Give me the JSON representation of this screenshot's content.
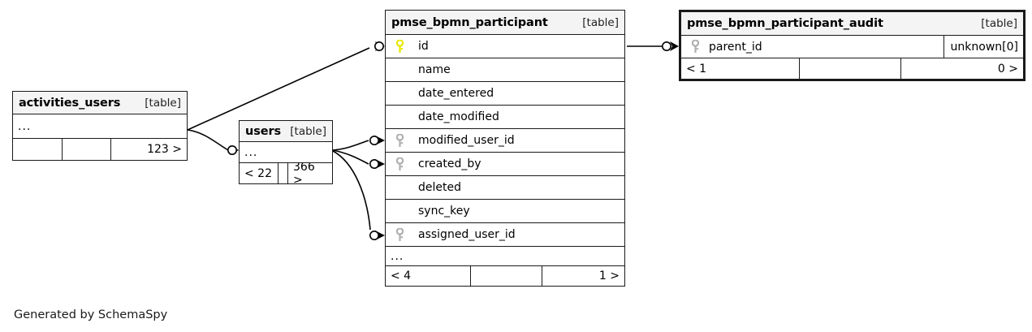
{
  "diagram": {
    "type": "entity-relationship",
    "footer_caption": "Generated by SchemaSpy",
    "table_tag": "[table]",
    "ellipsis": "...",
    "colors": {
      "primary_key": "#e8e800",
      "foreign_key": "#b0b0b0",
      "border": "#1a1a1a",
      "header_bg": "#f4f4f4",
      "page_bg": "#ffffff"
    }
  },
  "tables": [
    {
      "id": "activities_users",
      "name": "activities_users",
      "tag": "[table]",
      "emphasized": false,
      "rows": [
        {
          "label": "...",
          "key": "none",
          "type": ""
        }
      ],
      "footer": {
        "left": "",
        "middle": "",
        "right": "123 >"
      }
    },
    {
      "id": "users",
      "name": "users",
      "tag": "[table]",
      "emphasized": false,
      "rows": [
        {
          "label": "...",
          "key": "none",
          "type": ""
        }
      ],
      "footer": {
        "left": "< 22",
        "middle": "",
        "right": "366 >"
      }
    },
    {
      "id": "pmse_bpmn_participant",
      "name": "pmse_bpmn_participant",
      "tag": "[table]",
      "emphasized": false,
      "rows": [
        {
          "label": "id",
          "key": "primary",
          "type": ""
        },
        {
          "label": "name",
          "key": "none",
          "type": ""
        },
        {
          "label": "date_entered",
          "key": "none",
          "type": ""
        },
        {
          "label": "date_modified",
          "key": "none",
          "type": ""
        },
        {
          "label": "modified_user_id",
          "key": "foreign",
          "type": ""
        },
        {
          "label": "created_by",
          "key": "foreign",
          "type": ""
        },
        {
          "label": "deleted",
          "key": "none",
          "type": ""
        },
        {
          "label": "sync_key",
          "key": "none",
          "type": ""
        },
        {
          "label": "assigned_user_id",
          "key": "foreign",
          "type": ""
        },
        {
          "label": "...",
          "key": "none",
          "type": ""
        }
      ],
      "footer": {
        "left": "< 4",
        "middle": "",
        "right": "1 >"
      }
    },
    {
      "id": "pmse_bpmn_participant_audit",
      "name": "pmse_bpmn_participant_audit",
      "tag": "[table]",
      "emphasized": true,
      "rows": [
        {
          "label": "parent_id",
          "key": "foreign",
          "type": "unknown[0]"
        }
      ],
      "footer": {
        "left": "< 1",
        "middle": "",
        "right": "0 >"
      }
    }
  ],
  "relationships": [
    {
      "from": "activities_users",
      "to": "pmse_bpmn_participant",
      "to_column": "id"
    },
    {
      "from": "activities_users",
      "to": "users",
      "to_column": "..."
    },
    {
      "from": "users",
      "to": "pmse_bpmn_participant",
      "to_column": "modified_user_id"
    },
    {
      "from": "users",
      "to": "pmse_bpmn_participant",
      "to_column": "created_by"
    },
    {
      "from": "users",
      "to": "pmse_bpmn_participant",
      "to_column": "assigned_user_id"
    },
    {
      "from": "pmse_bpmn_participant",
      "to": "pmse_bpmn_participant_audit",
      "to_column": "parent_id"
    }
  ]
}
